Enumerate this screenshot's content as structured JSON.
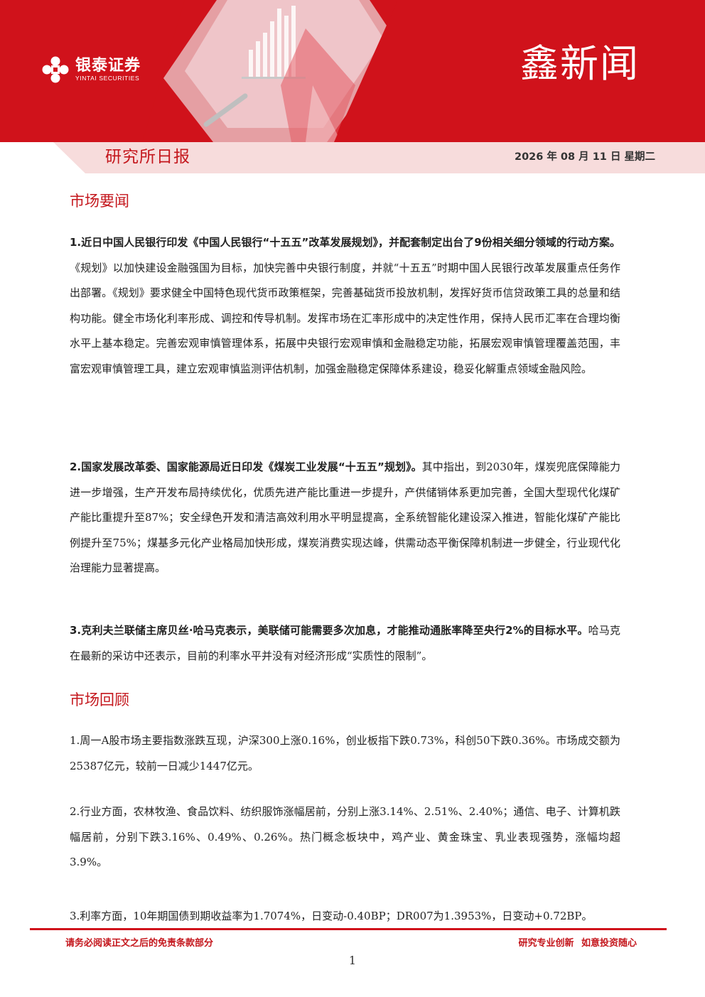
{
  "header": {
    "logo_cn": "银泰证券",
    "logo_en": "YINTAI SECURITIES",
    "brand_title": "鑫新闻",
    "report_name": "研究所日报",
    "date": "2026 年 08 月 11 日  星期二",
    "colors": {
      "brand_red": "#d0121b",
      "band_pink": "#f7dcdc"
    }
  },
  "sections": {
    "news_title": "市场要闻",
    "news": [
      {
        "lead": "1.近日中国人民银行印发《中国人民银行“十五五”改革发展规划》，并配套制定出台了9份相关细分领域的行动方案。",
        "body": "《规划》以加快建设金融强国为目标，加快完善中央银行制度，并就“十五五”时期中国人民银行改革发展重点任务作出部署。《规划》要求健全中国特色现代货币政策框架，完善基础货币投放机制，发挥好货币信贷政策工具的总量和结构功能。健全市场化利率形成、调控和传导机制。发挥市场在汇率形成中的决定性作用，保持人民币汇率在合理均衡水平上基本稳定。完善宏观审慎管理体系，拓展中央银行宏观审慎和金融稳定功能，拓展宏观审慎管理覆盖范围，丰富宏观审慎管理工具，建立宏观审慎监测评估机制，加强金融稳定保障体系建设，稳妥化解重点领域金融风险。"
      },
      {
        "lead": "2.国家发展改革委、国家能源局近日印发《煤炭工业发展“十五五”规划》。",
        "body": "其中指出，到2030年，煤炭兜底保障能力进一步增强，生产开发布局持续优化，优质先进产能比重进一步提升，产供储销体系更加完善，全国大型现代化煤矿产能比重提升至87%；安全绿色开发和清洁高效利用水平明显提高，全系统智能化建设深入推进，智能化煤矿产能比例提升至75%；煤基多元化产业格局加快形成，煤炭消费实现达峰，供需动态平衡保障机制进一步健全，行业现代化治理能力显著提高。"
      },
      {
        "lead": "3.克利夫兰联储主席贝丝·哈马克表示，美联储可能需要多次加息，才能推动通胀率降至央行2%的目标水平。",
        "body": "哈马克在最新的采访中还表示，目前的利率水平并没有对经济形成“实质性的限制”。"
      }
    ],
    "review_title": "市场回顾",
    "review": [
      "1.周一A股市场主要指数涨跌互现，沪深300上涨0.16%，创业板指下跌0.73%，科创50下跌0.36%。市场成交额为25387亿元，较前一日减少1447亿元。",
      "2.行业方面，农林牧渔、食品饮料、纺织服饰涨幅居前，分别上涨3.14%、2.51%、2.40%；通信、电子、计算机跌幅居前，分别下跌3.16%、0.49%、0.26%。热门概念板块中，鸡产业、黄金珠宝、乳业表现强势，涨幅均超3.9%。",
      "3.利率方面，10年期国债到期收益率为1.7074%，日变动-0.40BP；DR007为1.3953%，日变动+0.72BP。"
    ]
  },
  "footer": {
    "disclaimer": "请务必阅读正文之后的免责条款部分",
    "slogan": "研究专业创新  如意投资随心",
    "page": "1"
  }
}
